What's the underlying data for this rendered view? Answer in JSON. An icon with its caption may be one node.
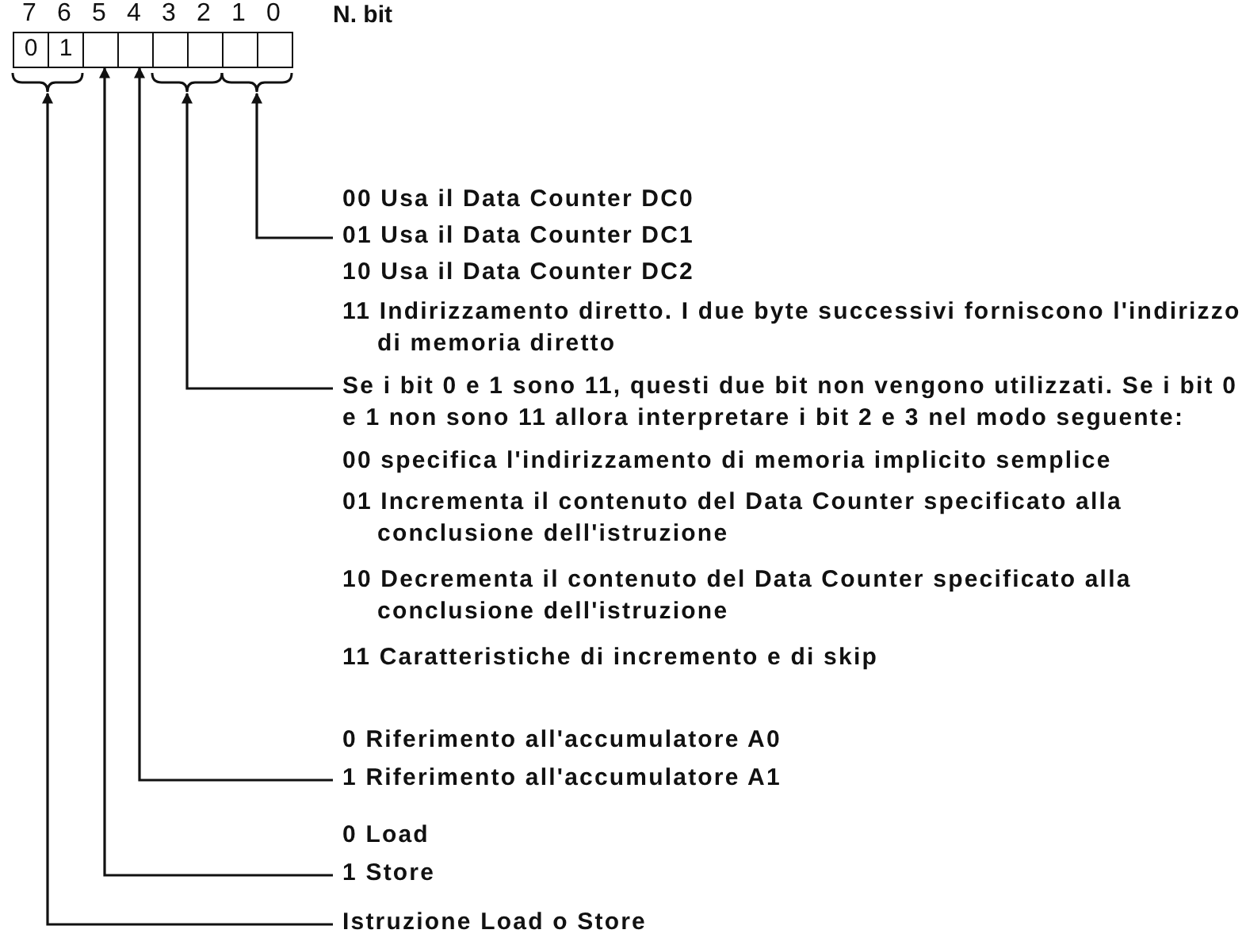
{
  "diagram": {
    "nodes": [
      {
        "text": [
          "0"
        ]
      },
      {
        "text": [
          "1"
        ]
      },
      {
        "text": [],
        "shape": "box"
      },
      {
        "text": [],
        "shape": "box"
      },
      {
        "text": [],
        "shape": "box"
      },
      {
        "text": [],
        "shape": "box"
      },
      {
        "text": [],
        "shape": "box"
      },
      {
        "text": [],
        "shape": "box"
      },
      {
        "text": [
          "00 Usa il Data Counter DC0",
          "01 Usa il Data Counter DC1",
          "10 Usa il Data Counter DC2",
          "11 Indirizzamento diretto. I due byte successivi forniscono l'indirizzo di memoria diretto"
        ]
      },
      {
        "text": [
          "Se i bit 0 e 1 sono 11, questi due bit non vengono utilizzati. Se i bit 0 e 1 non sono 11 allora interpretare i bit 2 e 3 nel modo seguente:",
          "00 specifica l'indirizzamento di memoria implicito semplice",
          "01 Incrementa il contenuto del Data Counter specificato alla conclusione dell'istruzione",
          "10 Decrementa il contenuto del Data Counter specificato alla conclusione dell'istruzione",
          "11 Caratteristiche di incremento e di skip"
        ]
      },
      {
        "text": [
          "0 Riferimento all'accumulatore A0",
          "1 Riferimento all'accumulatore A1"
        ]
      },
      {
        "text": [
          "0 Load",
          "1 Store"
        ]
      },
      {
        "text": [
          "Istruzione Load o Store"
        ]
      },
      {
        "text": [],
        "shape": "brace"
      },
      {
        "text": [],
        "shape": "brace"
      },
      {
        "text": [],
        "shape": "brace"
      }
    ],
    "edges": [
      {
        "from": 8,
        "to": 15,
        "arrow": "to"
      },
      {
        "from": 9,
        "to": 14,
        "arrow": "to"
      },
      {
        "from": 10,
        "to": 3,
        "arrow": "to"
      },
      {
        "from": 11,
        "to": 2,
        "arrow": "to"
      },
      {
        "from": 12,
        "to": 13,
        "arrow": "to"
      }
    ],
    "labels": [
      "7",
      "6",
      "5",
      "4",
      "3",
      "2",
      "1",
      "0",
      "N. bit"
    ]
  }
}
